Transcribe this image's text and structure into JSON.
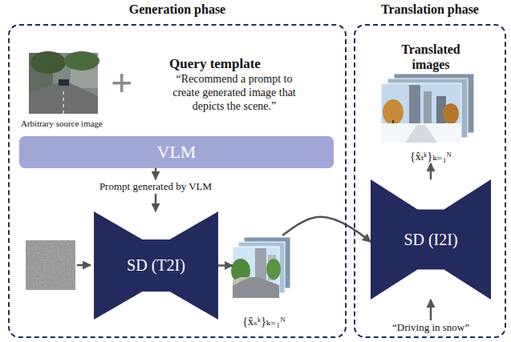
{
  "diagram": {
    "nodes": [
      {
        "text": [
          "Generation phase"
        ]
      },
      {
        "text": [
          "Arbitrary source image"
        ],
        "in": 0
      },
      {
        "text": [
          "VLM"
        ],
        "in": 0
      },
      {
        "text": [
          "Prompt generated by VLM"
        ],
        "in": 0
      },
      {
        "text": [
          "SD (T2I)"
        ],
        "in": 0
      },
      {
        "text": [
          "{x̂ₛᵏ}ₖ₌₁ᴺ"
        ],
        "in": 0
      },
      {
        "text": [
          "Translation phase"
        ]
      },
      {
        "text": [
          "Translated images",
          "{x̂ₜᵏ}ₖ₌₁ᴺ"
        ],
        "in": 6
      },
      {
        "text": [
          "SD (I2I)"
        ],
        "in": 6
      },
      {
        "text": [
          "“Driving in snow”"
        ],
        "in": 6
      }
    ],
    "edges": [
      {
        "from": 2,
        "to": 3,
        "arrow": "to"
      },
      {
        "from": 3,
        "to": 4,
        "arrow": "to"
      },
      {
        "from": 4,
        "to": 5,
        "arrow": "to"
      },
      {
        "from": 5,
        "to": 8,
        "arrow": "to"
      },
      {
        "from": 8,
        "to": 7,
        "arrow": "to"
      },
      {
        "from": 9,
        "to": 8,
        "arrow": "to"
      }
    ],
    "labels": [
      "+",
      "Query template",
      "“Recommend a prompt to create generated image that depicts the scene.”"
    ]
  }
}
